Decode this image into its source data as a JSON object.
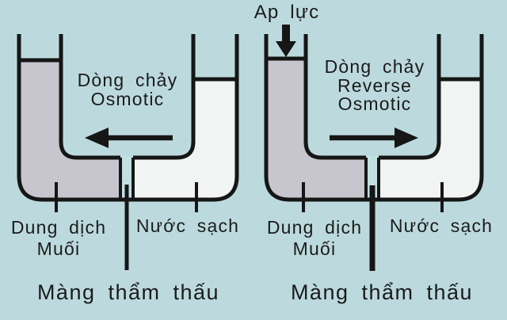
{
  "colors": {
    "background": "#bcdade",
    "salt_solution": "#c7c6ce",
    "clean_water": "#f1f4f3",
    "line": "#161616",
    "text": "#1b1b1b",
    "membrane_gap": "#c2e0e2"
  },
  "left_diagram": {
    "flow_label": {
      "line1": "Dòng chảy",
      "line2": "Osmotic"
    },
    "flow_direction": "left",
    "salt_label": {
      "line1": "Dung dịch",
      "line2": "Muối"
    },
    "water_label": "Nước sạch",
    "membrane_label": "Màng thẩm thấu"
  },
  "right_diagram": {
    "pressure_label": "Ap lực",
    "flow_label": {
      "line1": "Dòng chảy",
      "line2": "Reverse",
      "line3": "Osmotic"
    },
    "flow_direction": "right",
    "salt_label": {
      "line1": "Dung dịch",
      "line2": "Muối"
    },
    "water_label": "Nước sạch",
    "membrane_label": "Màng thẩm thấu"
  }
}
